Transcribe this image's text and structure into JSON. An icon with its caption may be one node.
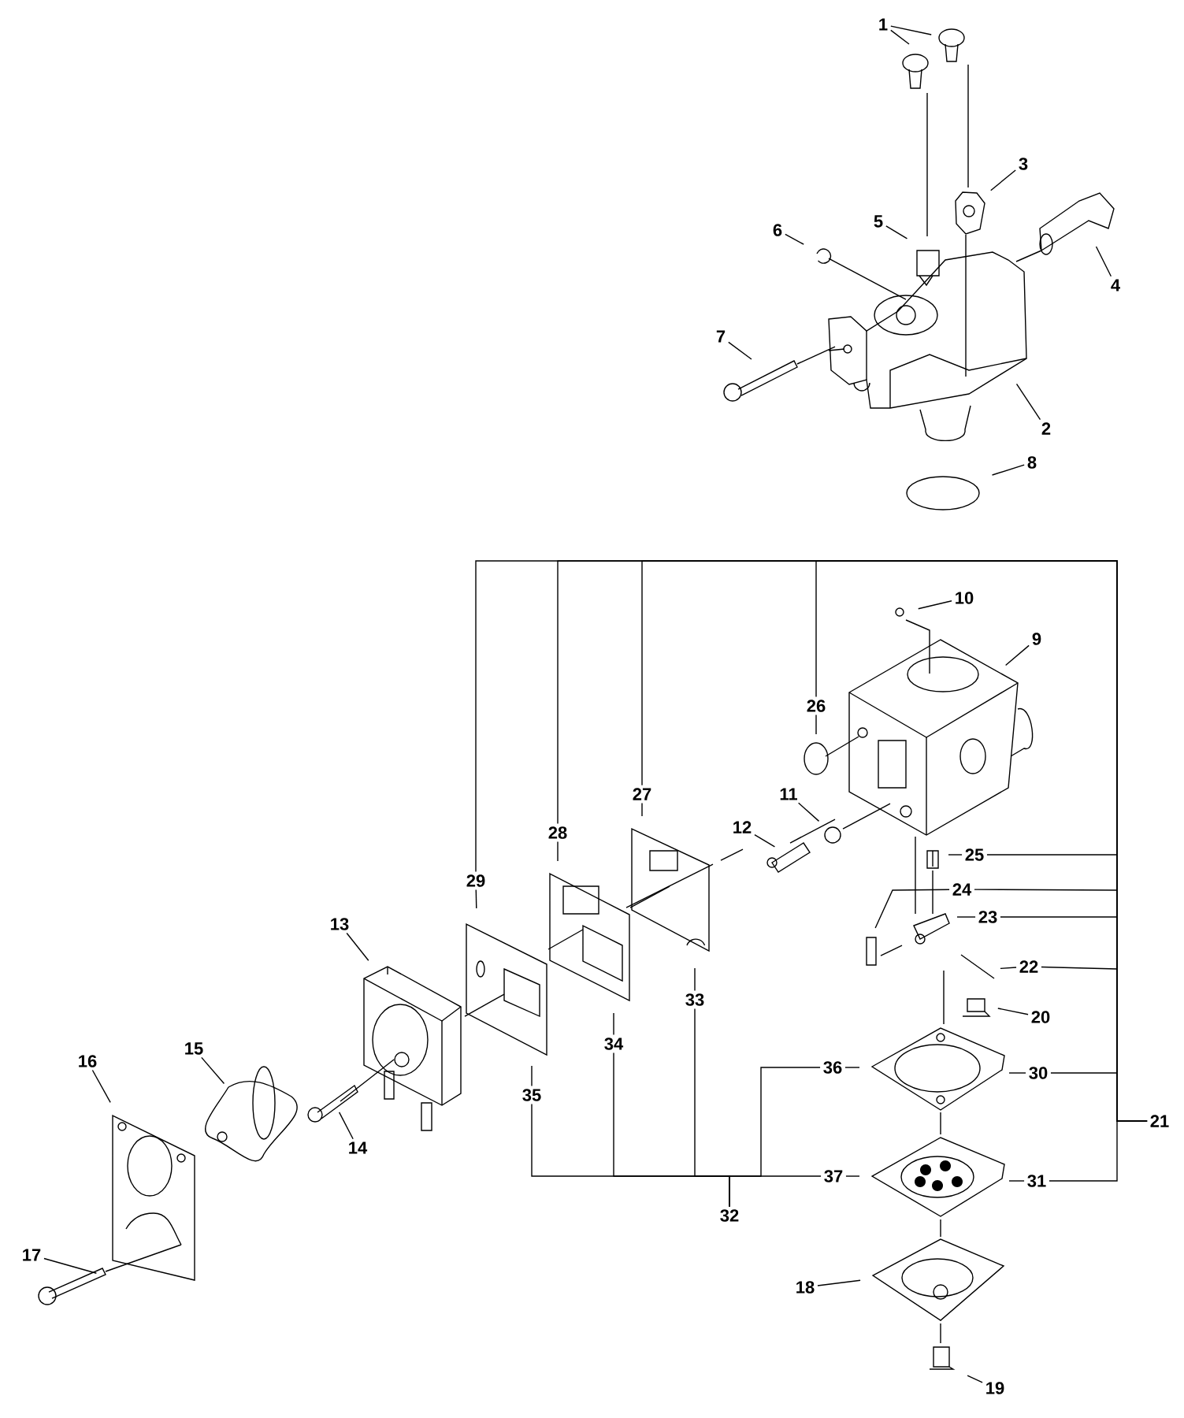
{
  "diagram": {
    "nodes": [
      {
        "text": [
          "1"
        ]
      },
      {
        "text": [
          "2"
        ]
      },
      {
        "text": [
          "3"
        ]
      },
      {
        "text": [
          "4"
        ]
      },
      {
        "text": [
          "5"
        ]
      },
      {
        "text": [
          "6"
        ]
      },
      {
        "text": [
          "7"
        ]
      },
      {
        "text": [
          "8"
        ]
      },
      {
        "text": [
          "9"
        ]
      },
      {
        "text": [
          "10"
        ]
      },
      {
        "text": [
          "11"
        ]
      },
      {
        "text": [
          "12"
        ]
      },
      {
        "text": [
          "13"
        ]
      },
      {
        "text": [
          "14"
        ]
      },
      {
        "text": [
          "15"
        ]
      },
      {
        "text": [
          "16"
        ]
      },
      {
        "text": [
          "17"
        ]
      },
      {
        "text": [
          "18"
        ]
      },
      {
        "text": [
          "19"
        ]
      },
      {
        "text": [
          "20"
        ]
      },
      {
        "text": [
          "21"
        ]
      },
      {
        "text": [
          "22"
        ]
      },
      {
        "text": [
          "23"
        ]
      },
      {
        "text": [
          "24"
        ]
      },
      {
        "text": [
          "25"
        ]
      },
      {
        "text": [
          "26"
        ]
      },
      {
        "text": [
          "27"
        ]
      },
      {
        "text": [
          "28"
        ]
      },
      {
        "text": [
          "29"
        ]
      },
      {
        "text": [
          "30"
        ]
      },
      {
        "text": [
          "31"
        ]
      },
      {
        "text": [
          "32"
        ]
      },
      {
        "text": [
          "33"
        ]
      },
      {
        "text": [
          "34"
        ]
      },
      {
        "text": [
          "35"
        ]
      },
      {
        "text": [
          "36"
        ]
      },
      {
        "text": [
          "37"
        ]
      }
    ],
    "edges": [
      {
        "from": 0,
        "to": null,
        "arrow": "none"
      },
      {
        "from": 0,
        "to": null,
        "arrow": "none"
      },
      {
        "from": 1,
        "to": null,
        "arrow": "none"
      },
      {
        "from": 2,
        "to": null,
        "arrow": "none"
      },
      {
        "from": 3,
        "to": null,
        "arrow": "none"
      },
      {
        "from": 4,
        "to": null,
        "arrow": "none"
      },
      {
        "from": 5,
        "to": null,
        "arrow": "none"
      },
      {
        "from": 6,
        "to": null,
        "arrow": "none"
      },
      {
        "from": 7,
        "to": null,
        "arrow": "none"
      },
      {
        "from": 8,
        "to": null,
        "arrow": "none"
      },
      {
        "from": 9,
        "to": null,
        "arrow": "none"
      },
      {
        "from": 10,
        "to": null,
        "arrow": "none"
      },
      {
        "from": 11,
        "to": null,
        "arrow": "none"
      },
      {
        "from": 12,
        "to": null,
        "arrow": "none"
      },
      {
        "from": 13,
        "to": null,
        "arrow": "none"
      },
      {
        "from": 14,
        "to": null,
        "arrow": "none"
      },
      {
        "from": 15,
        "to": null,
        "arrow": "none"
      },
      {
        "from": 16,
        "to": null,
        "arrow": "none"
      },
      {
        "from": 17,
        "to": null,
        "arrow": "none"
      },
      {
        "from": 18,
        "to": null,
        "arrow": "none"
      },
      {
        "from": 19,
        "to": null,
        "arrow": "none"
      },
      {
        "from": 21,
        "to": null,
        "arrow": "none"
      },
      {
        "from": 22,
        "to": null,
        "arrow": "none"
      },
      {
        "from": 23,
        "to": null,
        "arrow": "none"
      },
      {
        "from": 24,
        "to": null,
        "arrow": "none"
      },
      {
        "from": 25,
        "to": null,
        "arrow": "none"
      },
      {
        "from": 26,
        "to": null,
        "arrow": "none"
      },
      {
        "from": 27,
        "to": null,
        "arrow": "none"
      },
      {
        "from": 28,
        "to": null,
        "arrow": "none"
      },
      {
        "from": 29,
        "to": null,
        "arrow": "none"
      },
      {
        "from": 30,
        "to": null,
        "arrow": "none"
      },
      {
        "from": 32,
        "to": null,
        "arrow": "none"
      },
      {
        "from": 33,
        "to": null,
        "arrow": "none"
      },
      {
        "from": 34,
        "to": null,
        "arrow": "none"
      },
      {
        "from": 35,
        "to": null,
        "arrow": "none"
      },
      {
        "from": 36,
        "to": null,
        "arrow": "none"
      },
      {
        "from": 20,
        "to": 28,
        "arrow": "none"
      },
      {
        "from": 20,
        "to": 27,
        "arrow": "none"
      },
      {
        "from": 20,
        "to": 26,
        "arrow": "none"
      },
      {
        "from": 20,
        "to": 25,
        "arrow": "none"
      },
      {
        "from": 20,
        "to": 24,
        "arrow": "none"
      },
      {
        "from": 20,
        "to": 23,
        "arrow": "none"
      },
      {
        "from": 20,
        "to": 22,
        "arrow": "none"
      },
      {
        "from": 20,
        "to": 21,
        "arrow": "none"
      },
      {
        "from": 20,
        "to": 29,
        "arrow": "none"
      },
      {
        "from": 20,
        "to": 30,
        "arrow": "none"
      },
      {
        "from": 31,
        "to": 34,
        "arrow": "none"
      },
      {
        "from": 31,
        "to": 33,
        "arrow": "none"
      },
      {
        "from": 31,
        "to": 32,
        "arrow": "none"
      },
      {
        "from": 31,
        "to": 35,
        "arrow": "none"
      },
      {
        "from": 31,
        "to": 36,
        "arrow": "none"
      }
    ]
  }
}
